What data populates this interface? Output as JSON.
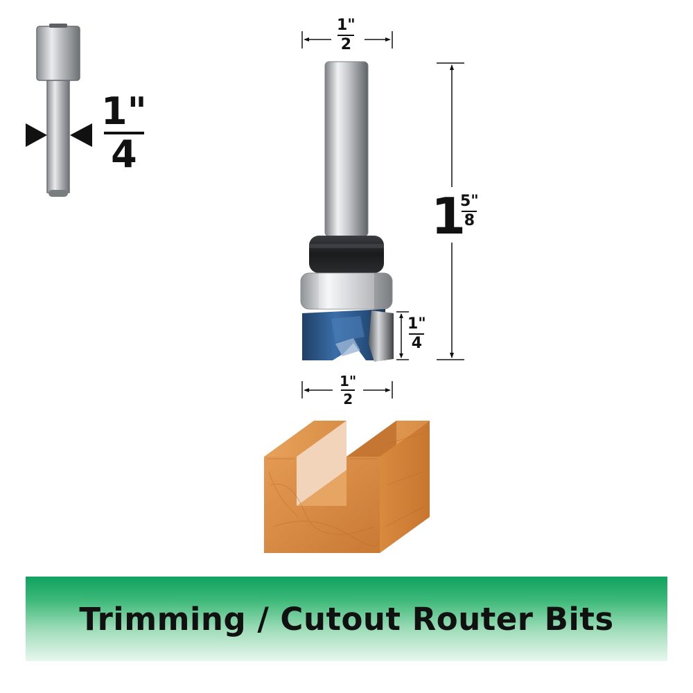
{
  "shank_spec": {
    "whole": "1\"",
    "denominator": "4"
  },
  "dimensions": {
    "shank_diameter": {
      "numerator": "1\"",
      "denominator": "2"
    },
    "overall_length": {
      "whole": "1",
      "numerator": "5\"",
      "denominator": "8"
    },
    "cutting_length": {
      "numerator": "1\"",
      "denominator": "4"
    },
    "cutting_diameter": {
      "numerator": "1\"",
      "denominator": "2"
    }
  },
  "banner": {
    "title": "Trimming / Cutout Router Bits"
  },
  "colors": {
    "banner_green": "#10a160",
    "cutter_blue": "#2f5f94",
    "wood": "#d98a3e"
  },
  "icons": [
    "shank-diagram-icon",
    "router-bit-image",
    "wood-groove-image"
  ]
}
